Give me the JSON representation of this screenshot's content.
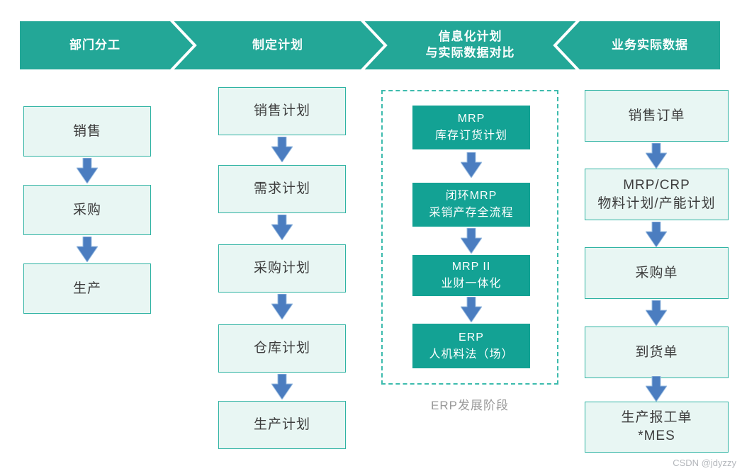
{
  "colors": {
    "band_teal": "#23a797",
    "solid_box_teal": "#13a294",
    "light_box_fill": "#e8f6f3",
    "light_box_border": "#2fb3a3",
    "arrow_blue": "#4b7dc0",
    "arrow_outline": "#9fc0e2",
    "dashed_border": "#3dbbad",
    "caption_gray": "#999999",
    "box_text": "#3d3d3d"
  },
  "header": {
    "segments": [
      {
        "label": "部门分工"
      },
      {
        "label": "制定计划"
      },
      {
        "line1": "信息化计划",
        "line2": "与实际数据对比"
      },
      {
        "label": "业务实际数据"
      }
    ]
  },
  "columns": [
    {
      "name": "部门分工",
      "boxes": [
        "销售",
        "采购",
        "生产"
      ]
    },
    {
      "name": "制定计划",
      "boxes": [
        "销售计划",
        "需求计划",
        "采购计划",
        "仓库计划",
        "生产计划"
      ]
    },
    {
      "name": "信息化计划与实际数据对比",
      "caption": "ERP发展阶段",
      "boxes": [
        {
          "line1": "MRP",
          "line2": "库存订货计划"
        },
        {
          "line1": "闭环MRP",
          "line2": "采销产存全流程"
        },
        {
          "line1": "MRP II",
          "line2": "业财一体化"
        },
        {
          "line1": "ERP",
          "line2": "人机料法（场）"
        }
      ]
    },
    {
      "name": "业务实际数据",
      "boxes": [
        {
          "line1": "销售订单"
        },
        {
          "line1": "MRP/CRP",
          "line2": "物料计划/产能计划"
        },
        {
          "line1": "采购单"
        },
        {
          "line1": "到货单"
        },
        {
          "line1": "生产报工单",
          "line2": "*MES"
        }
      ]
    }
  ],
  "watermark": "CSDN @jdyzzy"
}
